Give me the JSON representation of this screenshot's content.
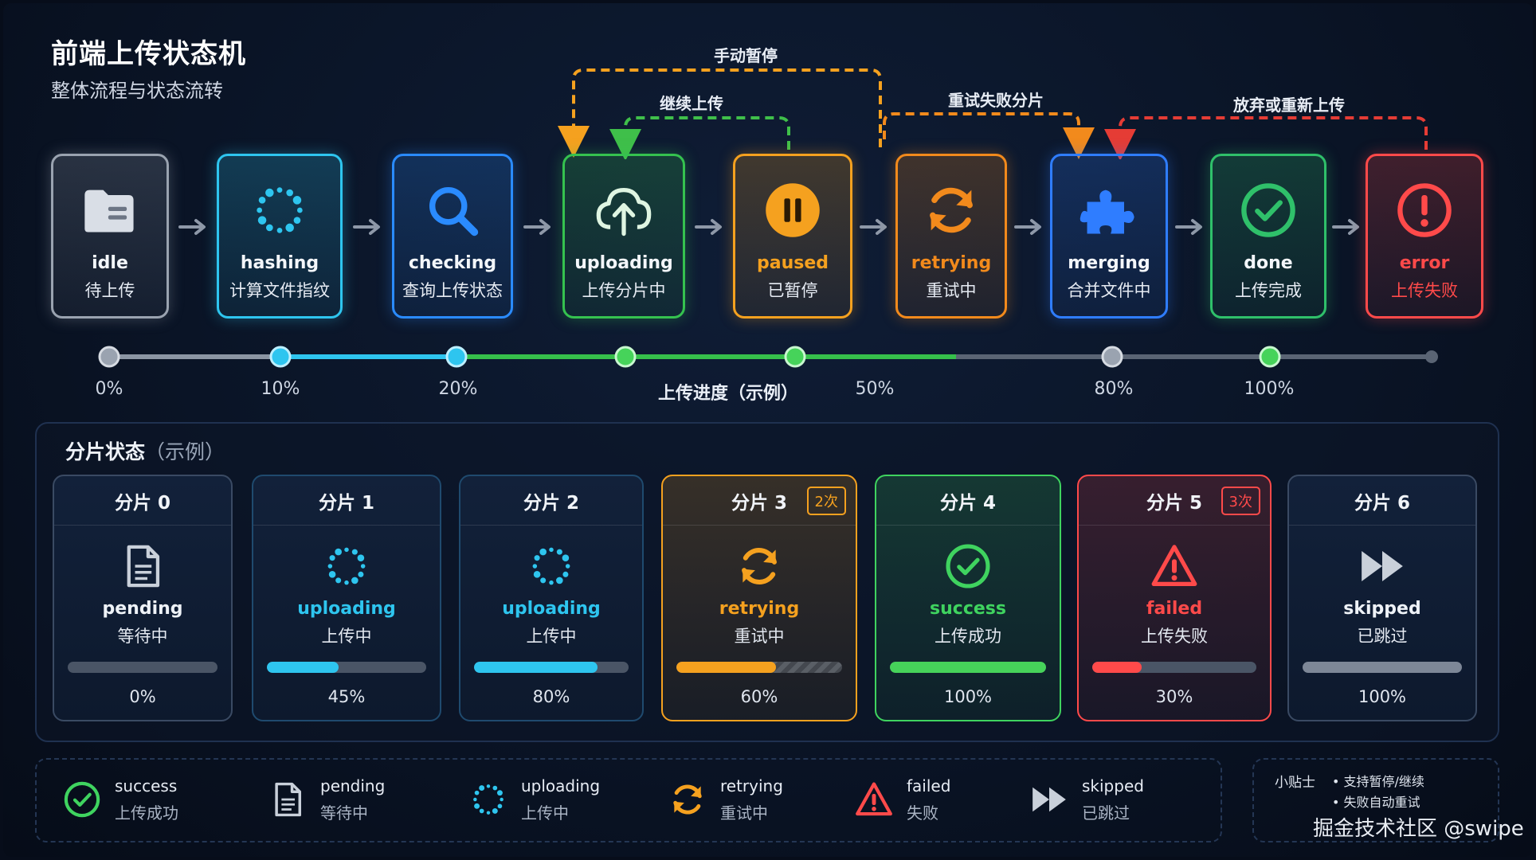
{
  "header": {
    "title": "前端上传状态机",
    "subtitle": "整体流程与状态流转"
  },
  "flow_labels": {
    "manual_pause": "手动暂停",
    "resume": "继续上传",
    "retry_failed": "重试失败分片",
    "abandon": "放弃或重新上传"
  },
  "states": [
    {
      "en": "idle",
      "cn": "待上传",
      "icon": "folder-icon",
      "color": "#9aa3b0"
    },
    {
      "en": "hashing",
      "cn": "计算文件指纹",
      "icon": "spinner-icon",
      "color": "#2ec5ef"
    },
    {
      "en": "checking",
      "cn": "查询上传状态",
      "icon": "search-icon",
      "color": "#2a8bff"
    },
    {
      "en": "uploading",
      "cn": "上传分片中",
      "icon": "cloud-upload-icon",
      "color": "#35c24f"
    },
    {
      "en": "paused",
      "cn": "已暂停",
      "icon": "pause-icon",
      "color": "#f5a11f"
    },
    {
      "en": "retrying",
      "cn": "重试中",
      "icon": "refresh-icon",
      "color": "#f28a1c"
    },
    {
      "en": "merging",
      "cn": "合并文件中",
      "icon": "puzzle-icon",
      "color": "#2f7dff"
    },
    {
      "en": "done",
      "cn": "上传完成",
      "icon": "check-circle-icon",
      "color": "#2fc06a"
    },
    {
      "en": "error",
      "cn": "上传失败",
      "icon": "error-icon",
      "color": "#ff4a4a"
    }
  ],
  "progress": {
    "title": "上传进度（示例）",
    "ticks": [
      "0%",
      "10%",
      "20%",
      "50%",
      "80%",
      "100%"
    ]
  },
  "chunks_panel": {
    "title": "分片状态",
    "title_note": "（示例）",
    "chunks": [
      {
        "name": "分片 0",
        "status_en": "pending",
        "status_cn": "等待中",
        "percent_text": "0%",
        "percent": 0,
        "badge": "",
        "icon": "document-icon",
        "color": "#c9d0da"
      },
      {
        "name": "分片 1",
        "status_en": "uploading",
        "status_cn": "上传中",
        "percent_text": "45%",
        "percent": 45,
        "badge": "",
        "icon": "spinner-icon",
        "color": "#2ec5ef"
      },
      {
        "name": "分片 2",
        "status_en": "uploading",
        "status_cn": "上传中",
        "percent_text": "80%",
        "percent": 80,
        "badge": "",
        "icon": "spinner-icon",
        "color": "#2ec5ef"
      },
      {
        "name": "分片 3",
        "status_en": "retrying",
        "status_cn": "重试中",
        "percent_text": "60%",
        "percent": 60,
        "badge": "2次",
        "icon": "refresh-icon",
        "color": "#f5a11f"
      },
      {
        "name": "分片 4",
        "status_en": "success",
        "status_cn": "上传成功",
        "percent_text": "100%",
        "percent": 100,
        "badge": "",
        "icon": "check-circle-icon",
        "color": "#3fd35f"
      },
      {
        "name": "分片 5",
        "status_en": "failed",
        "status_cn": "上传失败",
        "percent_text": "30%",
        "percent": 30,
        "badge": "3次",
        "icon": "warning-icon",
        "color": "#ff4a4a"
      },
      {
        "name": "分片 6",
        "status_en": "skipped",
        "status_cn": "已跳过",
        "percent_text": "100%",
        "percent": 100,
        "badge": "",
        "icon": "fast-forward-icon",
        "color": "#c9d0da"
      }
    ]
  },
  "legend": [
    {
      "en": "success",
      "cn": "上传成功",
      "icon": "check-circle-icon"
    },
    {
      "en": "pending",
      "cn": "等待中",
      "icon": "document-icon"
    },
    {
      "en": "uploading",
      "cn": "上传中",
      "icon": "spinner-icon"
    },
    {
      "en": "retrying",
      "cn": "重试中",
      "icon": "refresh-icon"
    },
    {
      "en": "failed",
      "cn": "失败",
      "icon": "warning-icon"
    },
    {
      "en": "skipped",
      "cn": "已跳过",
      "icon": "fast-forward-icon"
    }
  ],
  "tips": {
    "label": "小贴士",
    "items": [
      "• 支持暂停/继续",
      "• 失败自动重试"
    ]
  },
  "watermark": "掘金技术社区 @swipe"
}
